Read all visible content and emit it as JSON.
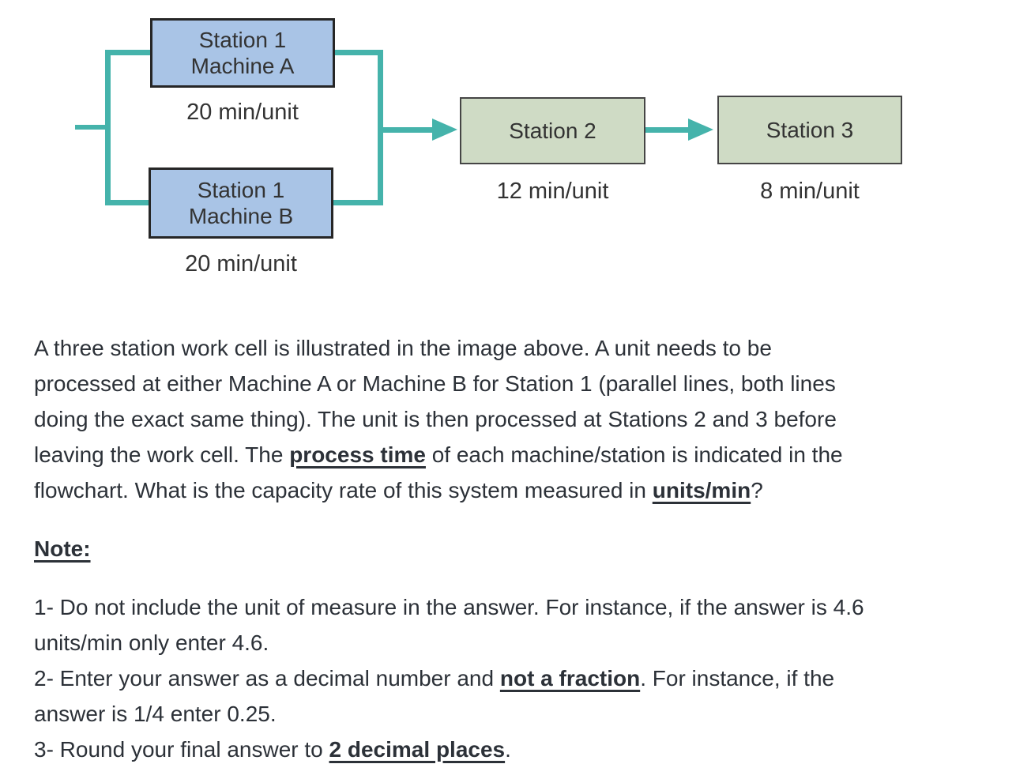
{
  "flowchart": {
    "machine_a": {
      "line1": "Station 1",
      "line2": "Machine A",
      "time": "20 min/unit"
    },
    "machine_b": {
      "line1": "Station 1",
      "line2": "Machine B",
      "time": "20 min/unit"
    },
    "station2": {
      "label": "Station 2",
      "time": "12 min/unit"
    },
    "station3": {
      "label": "Station 3",
      "time": "8 min/unit"
    },
    "colors": {
      "machine_box_fill": "#a9c4e6",
      "station_box_fill": "#cfdbc5",
      "connector_teal": "#45b3ab",
      "box_border": "#262626"
    }
  },
  "question": {
    "lines": [
      {
        "pre": "A three station work cell is illustrated in the image above. A unit needs to be",
        "em": "",
        "post": ""
      },
      {
        "pre": "processed at either Machine A or Machine B for Station 1 (parallel lines, both lines",
        "em": "",
        "post": ""
      },
      {
        "pre": "doing the exact same thing). The unit is then processed at Stations 2 and 3 before",
        "em": "",
        "post": ""
      },
      {
        "pre": "leaving the work cell. The ",
        "em": "process time",
        "post": " of each machine/station is indicated in the"
      },
      {
        "pre": "flowchart. What is the capacity rate of this system measured in ",
        "em": "units/min",
        "post": "?"
      }
    ]
  },
  "note": {
    "label": "Note:"
  },
  "instructions": {
    "lines": [
      {
        "pre": "1- Do not include the unit of measure in the answer. For instance, if the answer is 4.6",
        "em": "",
        "post": ""
      },
      {
        "pre": "units/min only enter 4.6.",
        "em": "",
        "post": ""
      },
      {
        "pre": "2- Enter your answer as a decimal number and ",
        "em": "not a fraction",
        "post": ". For instance, if the"
      },
      {
        "pre": "answer is 1/4 enter 0.25.",
        "em": "",
        "post": ""
      },
      {
        "pre": "3- Round your final answer to ",
        "em": "2 decimal places",
        "post": "."
      }
    ]
  }
}
